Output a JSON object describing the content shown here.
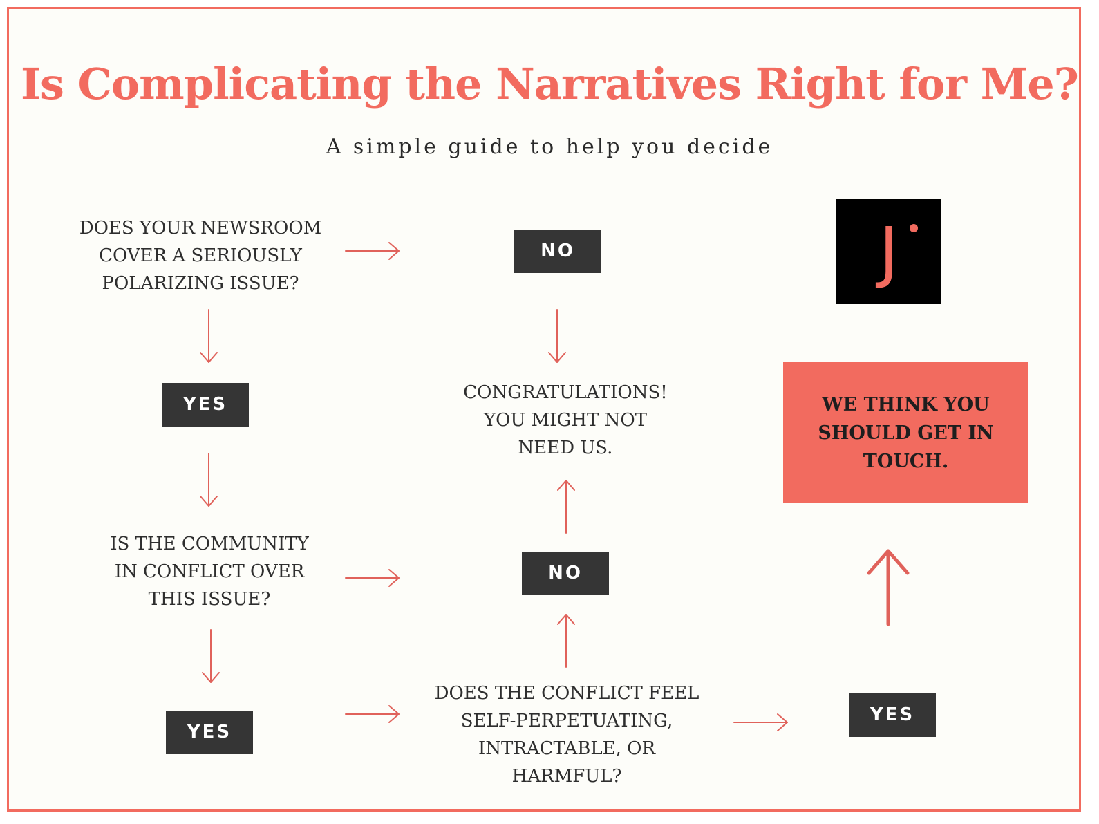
{
  "title": "Is Complicating the Narratives Right for Me?",
  "subtitle": "A simple guide to help you decide",
  "nodes": {
    "q1": "DOES YOUR NEWSROOM\nCOVER A SERIOUSLY\nPOLARIZING ISSUE?",
    "q2": "IS THE COMMUNITY\nIN CONFLICT OVER\nTHIS ISSUE?",
    "q3": "DOES THE CONFLICT FEEL\nSELF-PERPETUATING,\nINTRACTABLE, OR\nHARMFUL?",
    "congrats": "CONGRATULATIONS!\nYOU MIGHT NOT\nNEED US.",
    "result": "WE THINK YOU\nSHOULD GET IN\nTOUCH."
  },
  "tags": {
    "yes": "YES",
    "no": "NO"
  },
  "logo": {
    "letter": "J",
    "icon": "journalism-logo"
  },
  "colors": {
    "accent": "#f26b5f",
    "dark": "#353535",
    "background": "#fdfdf9"
  }
}
